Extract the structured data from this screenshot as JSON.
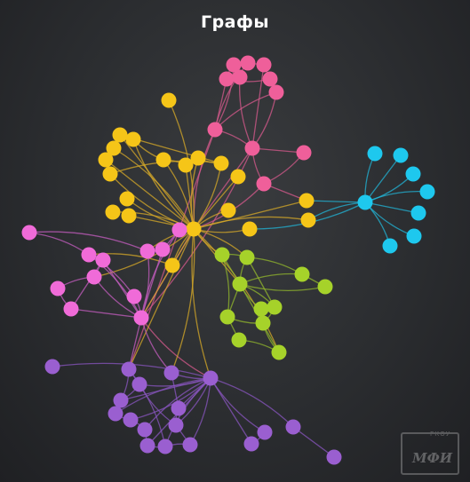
{
  "title": "Графы",
  "logo": {
    "caption": "ГКОУ",
    "mark": "МФИ"
  },
  "colors": {
    "pink": "#ef5f9a",
    "yellow": "#f5c518",
    "cyan": "#1ec8ee",
    "lightpink": "#f06bd8",
    "green": "#a6d22a",
    "purple": "#9a5fd0",
    "edge_pink": "#d65a8c",
    "edge_yellow": "#d7a928",
    "edge_cyan": "#22b5d8",
    "edge_lightpink": "#c65ec0",
    "edge_green": "#93b82c",
    "edge_purple": "#8a56c0"
  }
}
